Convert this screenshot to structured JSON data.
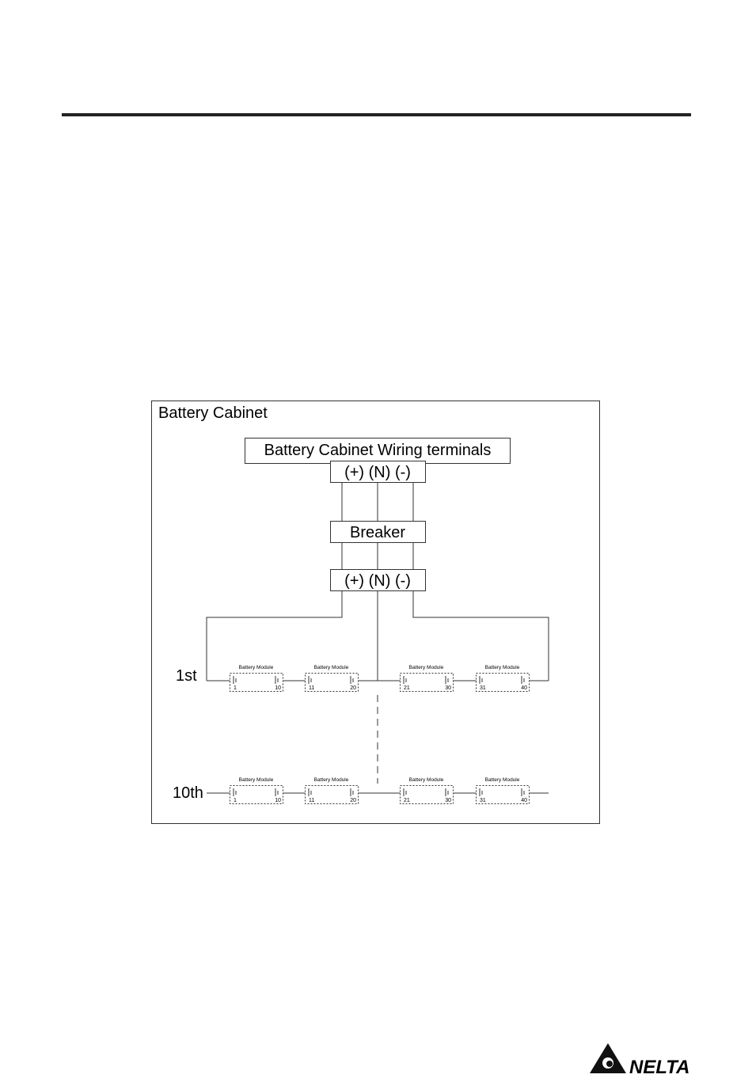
{
  "cabinet": {
    "title": "Battery Cabinet",
    "terminals_label": "Battery Cabinet Wiring terminals",
    "terminal_top": "(+) (N) (-)",
    "breaker_label": "Breaker",
    "terminal_bottom": "(+) (N) (-)"
  },
  "rows": [
    {
      "label": "1st",
      "modules": [
        {
          "title": "Battery Module",
          "start": "1",
          "end": "10"
        },
        {
          "title": "Battery Module",
          "start": "11",
          "end": "20"
        },
        {
          "title": "Battery Module",
          "start": "21",
          "end": "30"
        },
        {
          "title": "Battery Module",
          "start": "31",
          "end": "40"
        }
      ]
    },
    {
      "label": "10th",
      "modules": [
        {
          "title": "Battery Module",
          "start": "1",
          "end": "10"
        },
        {
          "title": "Battery Module",
          "start": "11",
          "end": "20"
        },
        {
          "title": "Battery Module",
          "start": "21",
          "end": "30"
        },
        {
          "title": "Battery Module",
          "start": "31",
          "end": "40"
        }
      ]
    }
  ],
  "logo": {
    "text": "NELTA",
    "color": "#111111"
  }
}
